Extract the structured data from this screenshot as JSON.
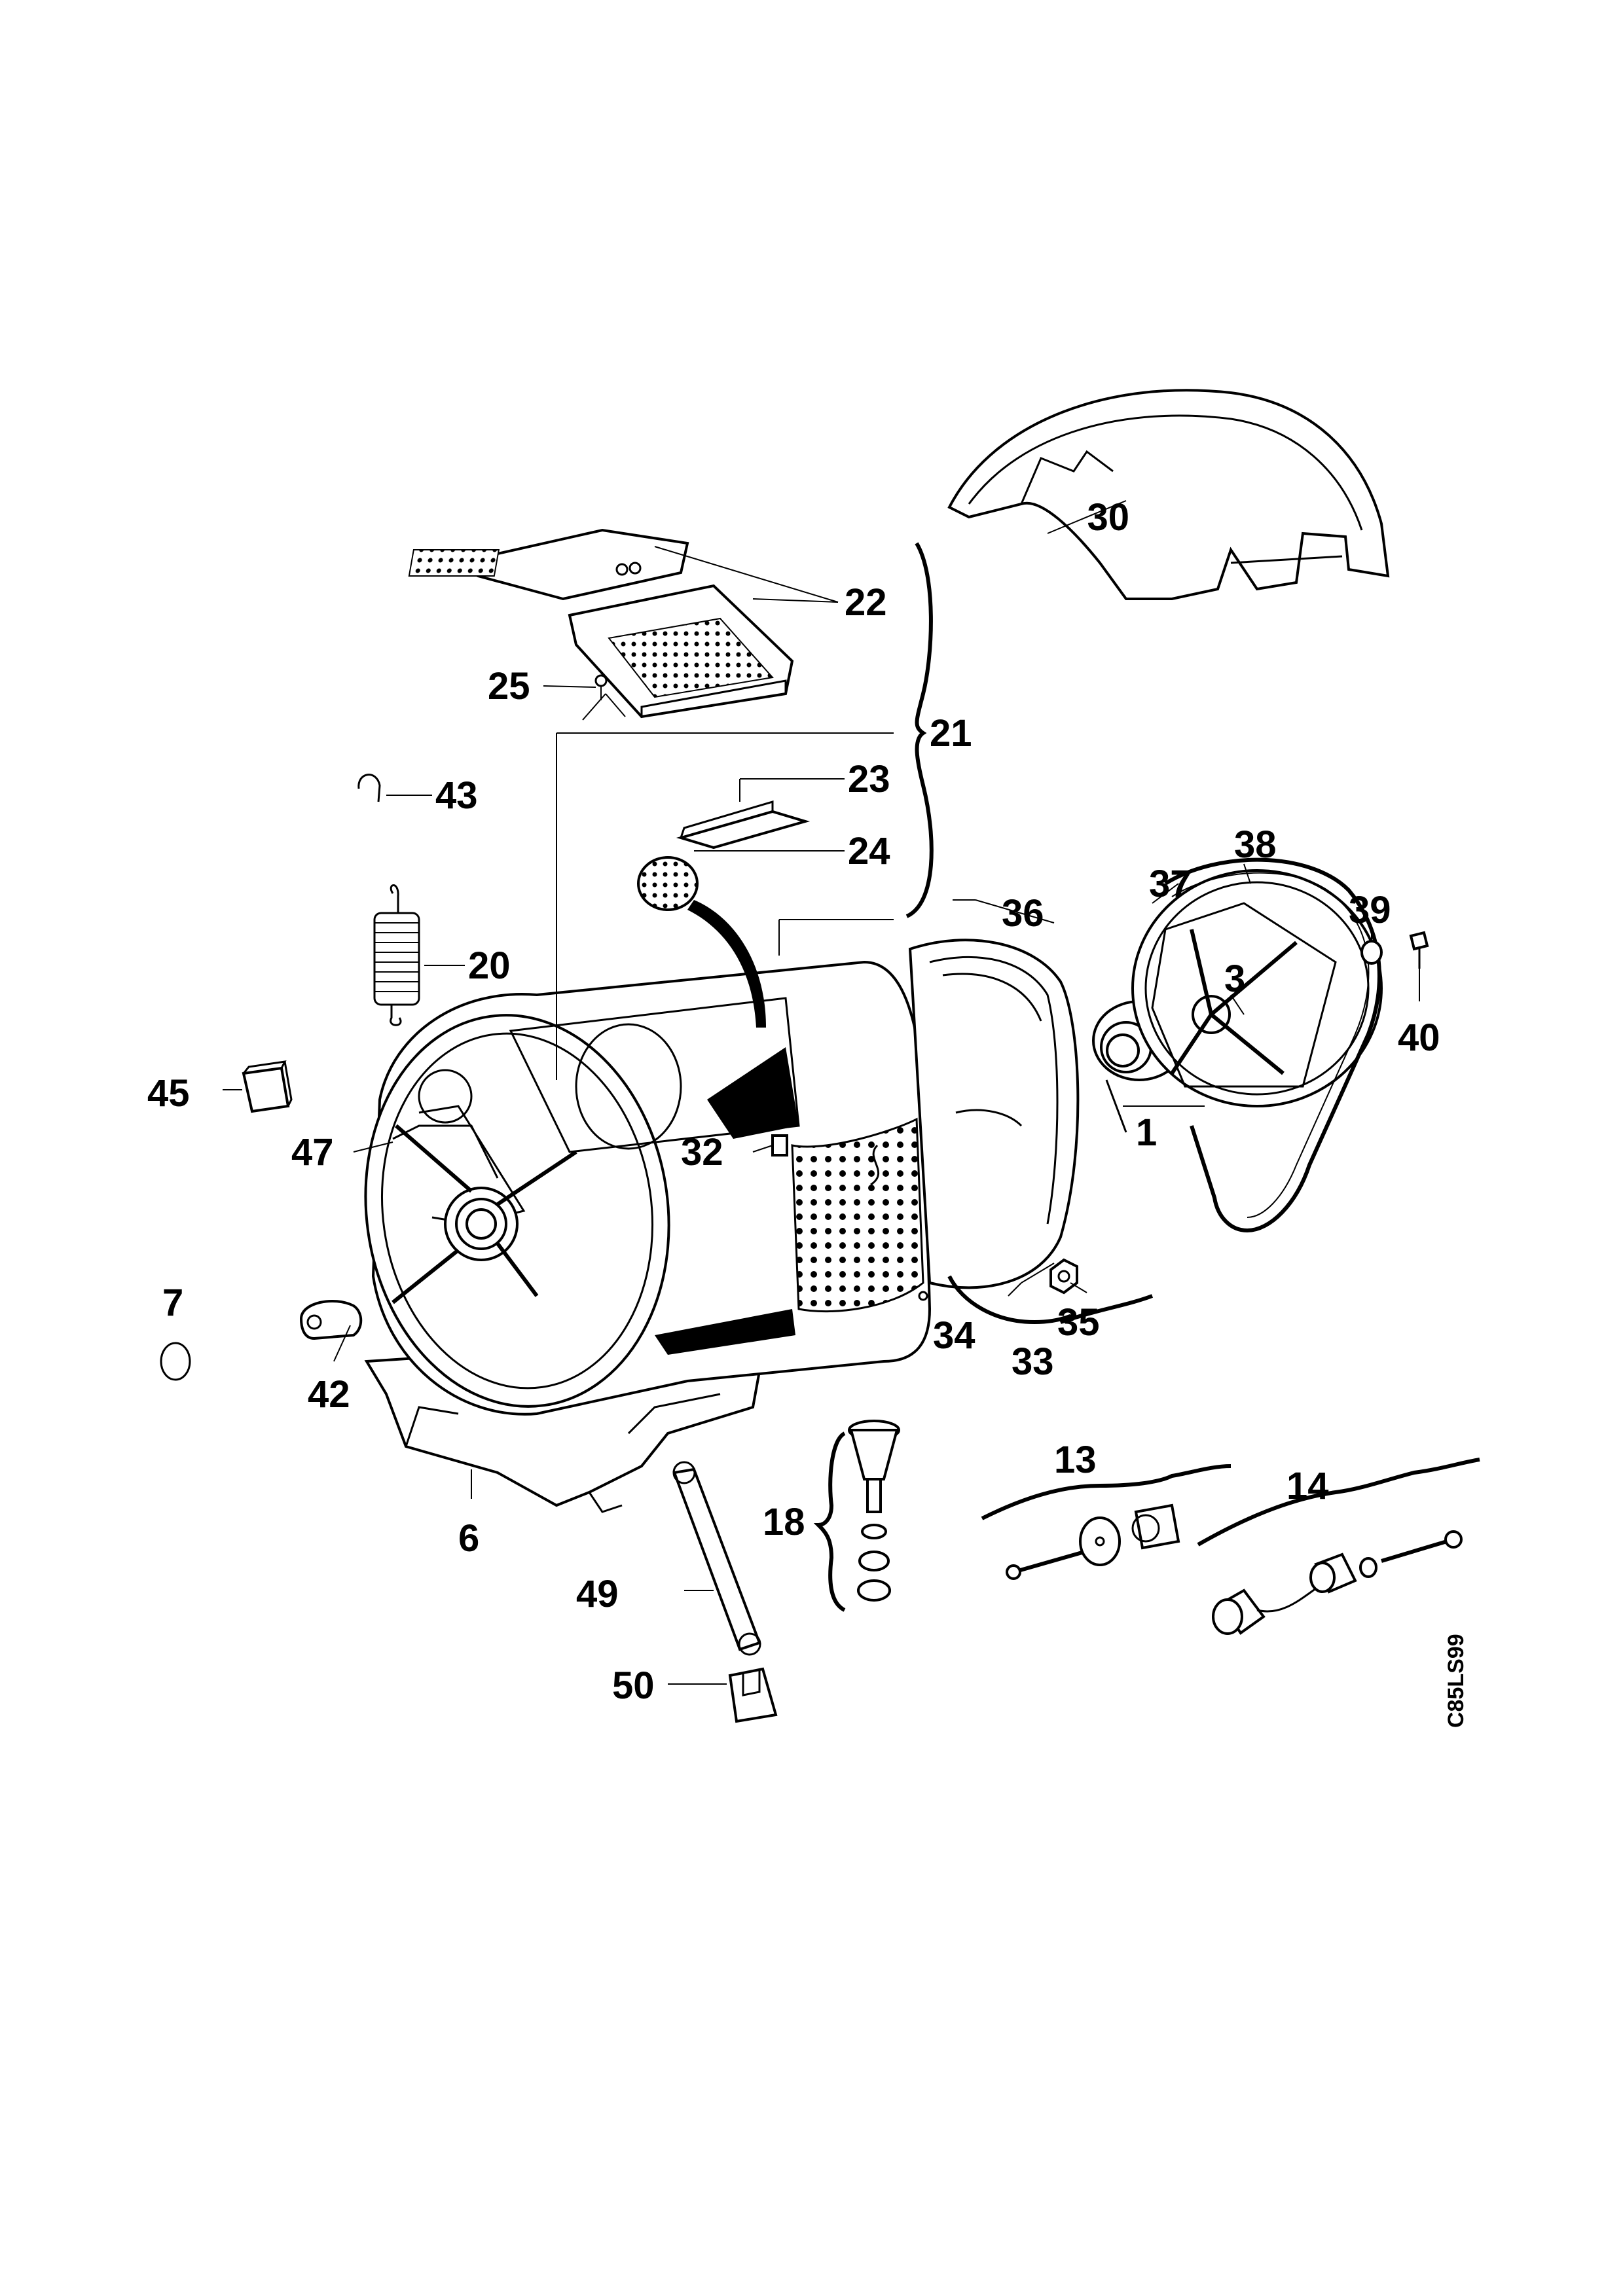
{
  "diagram": {
    "drawing_code": "C85LS99",
    "callouts": [
      "1",
      "3",
      "6",
      "7",
      "13",
      "14",
      "18",
      "20",
      "21",
      "22",
      "23",
      "24",
      "25",
      "30",
      "32",
      "33",
      "34",
      "35",
      "36",
      "37",
      "38",
      "39",
      "40",
      "42",
      "43",
      "45",
      "47",
      "49",
      "50"
    ]
  }
}
